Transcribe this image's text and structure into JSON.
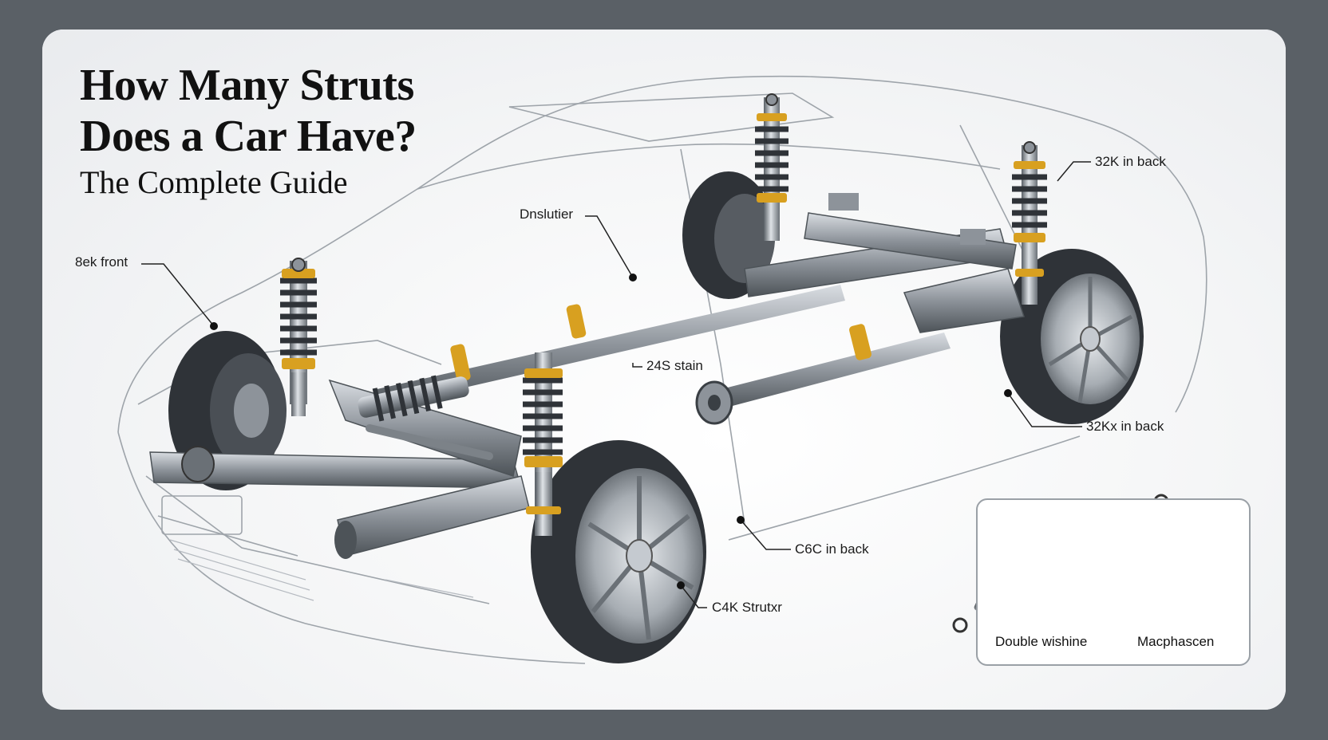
{
  "title": {
    "line1": "How Many Struts",
    "line2": "Does a Car Have?",
    "subtitle": "The Complete Guide"
  },
  "labels": {
    "front": "8ek front",
    "distributor": "Dnslutier",
    "strut_mid": "24S stain",
    "back_top": "32K in back",
    "back_mid": "32Kx in back",
    "back_low": "C6C in back",
    "strut_front": "C4K Strutxr"
  },
  "inset": {
    "left_caption": "Double wishine",
    "right_caption": "Macphascen"
  },
  "colors": {
    "background": "#5a6066",
    "strut_gold": "#d8a020",
    "metal": "#8d939a",
    "tire": "#2f3338"
  }
}
